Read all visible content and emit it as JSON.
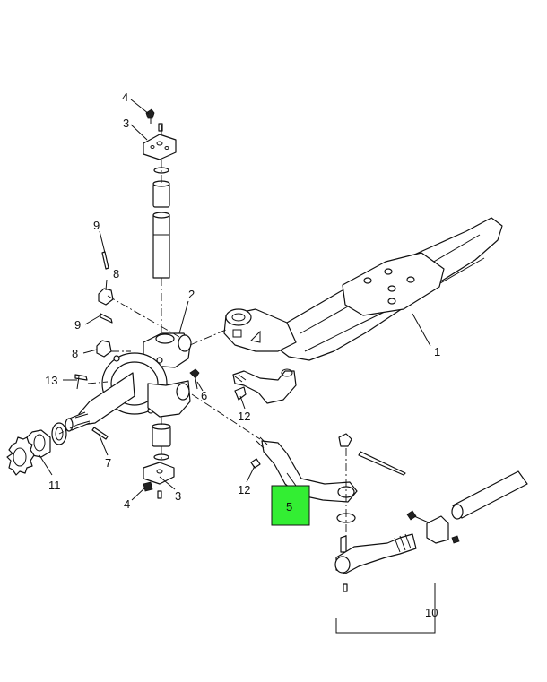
{
  "callouts": {
    "c1": "1",
    "c2": "2",
    "c3_top": "3",
    "c3_bottom": "3",
    "c4_top": "4",
    "c4_bottom": "4",
    "c5": "5",
    "c6": "6",
    "c7": "7",
    "c8_upper": "8",
    "c8_lower": "8",
    "c9_upper": "9",
    "c9_lower": "9",
    "c10": "10",
    "c11": "11",
    "c12_right": "12",
    "c12_left": "12",
    "c13": "13"
  },
  "highlight": {
    "part": "5",
    "color": "#33ee33"
  }
}
